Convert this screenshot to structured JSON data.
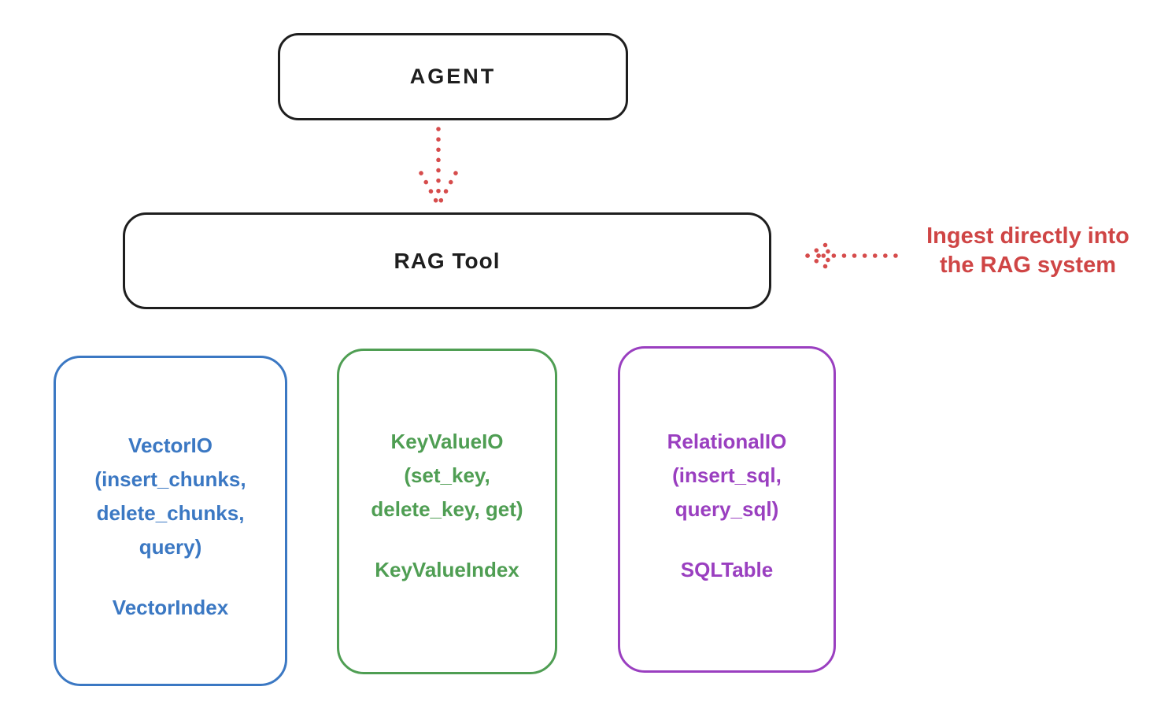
{
  "diagram": {
    "agent": {
      "label": "AGENT"
    },
    "rag_tool": {
      "label": "RAG Tool"
    },
    "annotation": {
      "line1": "Ingest directly into",
      "line2": "the RAG system",
      "color": "#cf4545"
    },
    "arrows": {
      "agent_to_rag": "dotted-red-arrow-down",
      "annotation_to_rag": "dotted-red-arrow-left"
    },
    "backends": [
      {
        "name": "vector-io",
        "color": "#3b78c3",
        "lines": [
          "VectorIO",
          "(insert_chunks,",
          "delete_chunks,",
          "query)"
        ],
        "index_label": "VectorIndex"
      },
      {
        "name": "keyvalue-io",
        "color": "#4f9e53",
        "lines": [
          "KeyValueIO",
          "(set_key,",
          "delete_key, get)"
        ],
        "index_label": "KeyValueIndex"
      },
      {
        "name": "relational-io",
        "color": "#9a3fc0",
        "lines": [
          "RelationalIO",
          "(insert_sql,",
          "query_sql)"
        ],
        "index_label": "SQLTable"
      }
    ],
    "colors": {
      "stroke": "#1e1e1e",
      "background": "#ffffff",
      "red": "#cf4545",
      "blue": "#3b78c3",
      "green": "#4f9e53",
      "purple": "#9a3fc0"
    }
  }
}
